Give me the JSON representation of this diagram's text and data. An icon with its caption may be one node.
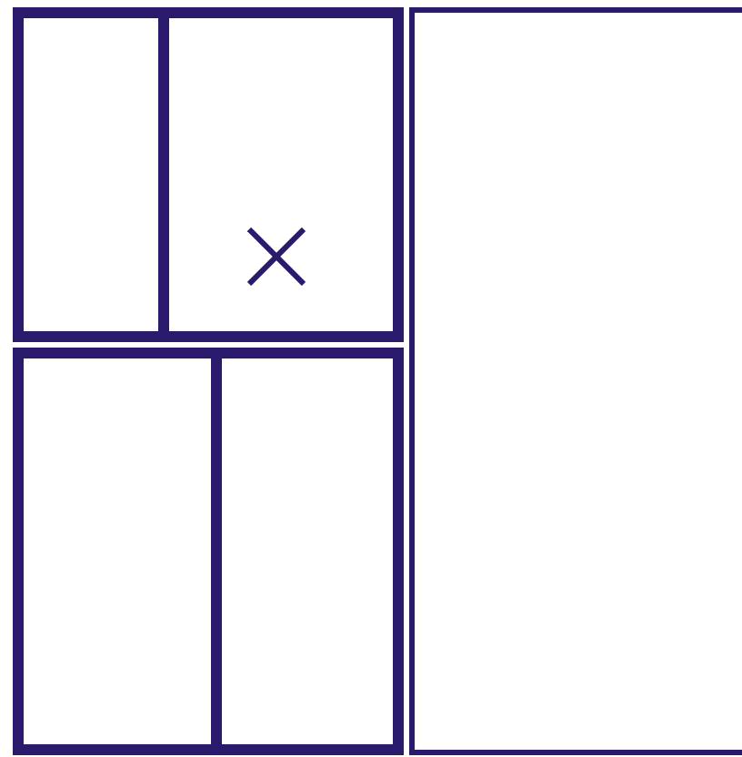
{
  "diagram": {
    "nodes": [
      {
        "text": [],
        "shape": "box"
      },
      {
        "text": [],
        "shape": "box",
        "in": 0
      },
      {
        "text": [],
        "shape": "box",
        "in": 0
      },
      {
        "text": [],
        "shape": "box"
      },
      {
        "text": [],
        "shape": "box",
        "in": 3
      },
      {
        "text": [],
        "shape": "box",
        "in": 3
      },
      {
        "text": [],
        "shape": "box"
      }
    ]
  }
}
